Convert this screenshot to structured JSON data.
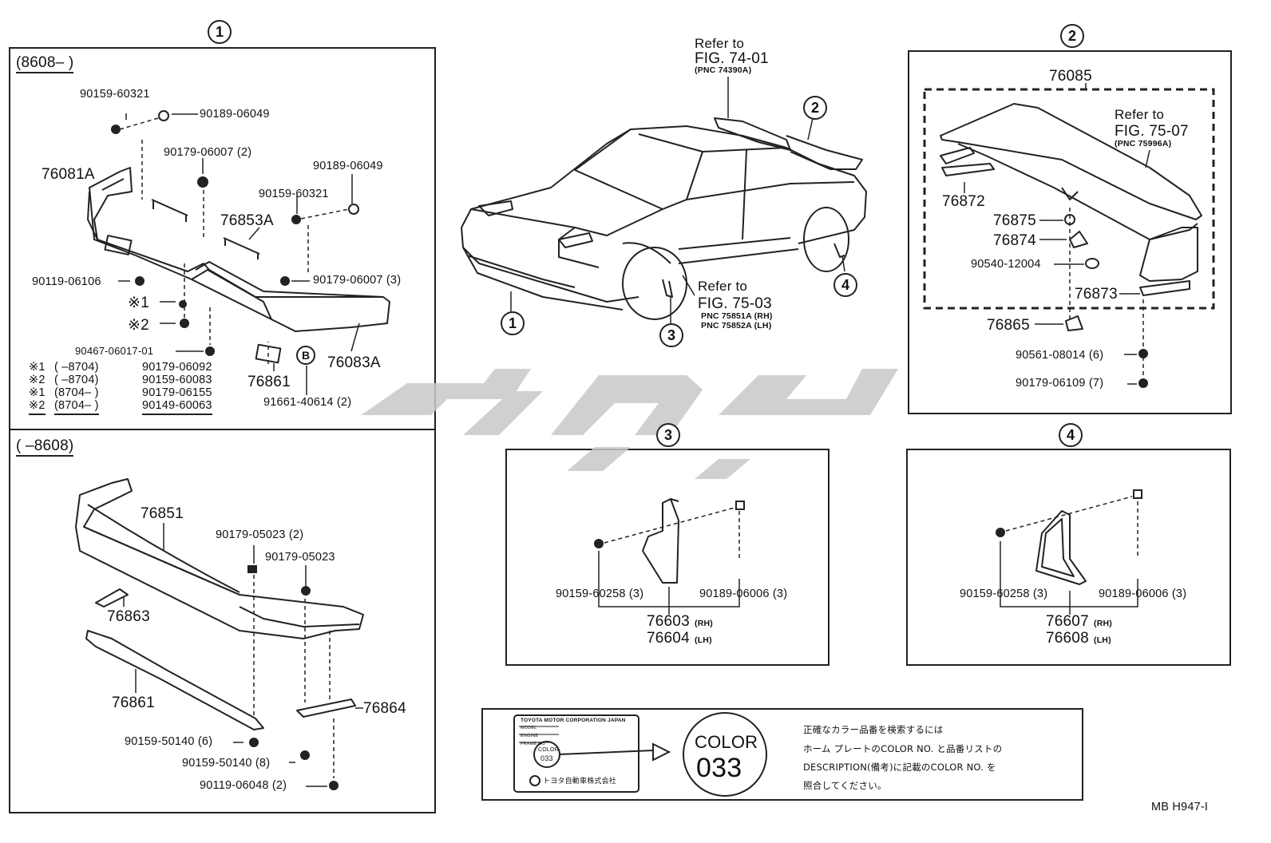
{
  "callouts": {
    "c1": "1",
    "c2": "2",
    "c3": "3",
    "c4": "4"
  },
  "panel1": {
    "upper_date": "(8608–        )",
    "lower_date": "(        –8608)",
    "parts": {
      "p90159_60321_a": "90159-60321",
      "p90189_06049_a": "90189-06049",
      "p90179_06007_2": "90179-06007 (2)",
      "p90189_06049_b": "90189-06049",
      "p76081A": "76081A",
      "p90159_60321_b": "90159-60321",
      "p76853A": "76853A",
      "p90119_06106": "90119-06106",
      "p90179_06007_3": "90179-06007 (3)",
      "mark1": "※1",
      "mark2": "※2",
      "p90467": "90467-06017-01",
      "p76083A": "76083A",
      "p76861a": "76861",
      "p91661": "91661-40614 (2)",
      "circleB": "B"
    },
    "footnotes": [
      {
        "mark": "※1",
        "range": "(        –8704)",
        "part": "90179-06092"
      },
      {
        "mark": "※2",
        "range": "(        –8704)",
        "part": "90159-60083"
      },
      {
        "mark": "※1",
        "range": "(8704–        )",
        "part": "90179-06155"
      },
      {
        "mark": "※2",
        "range": "(8704–        )",
        "part": "90149-60063"
      }
    ],
    "lower_parts": {
      "p76851": "76851",
      "p90179_05023_2": "90179-05023 (2)",
      "p90179_05023": "90179-05023",
      "p76863": "76863",
      "p76861b": "76861",
      "p76864": "76864",
      "p90159_50140_6": "90159-50140 (6)",
      "p90159_50140_8": "90159-50140 (8)",
      "p90119_06048_2": "90119-06048 (2)"
    }
  },
  "car": {
    "ref1_a": "Refer to",
    "ref1_b": "FIG. 74-01",
    "ref1_c": "(PNC 74390A)",
    "ref2_a": "Refer to",
    "ref2_b": "FIG. 75-03",
    "ref2_c": "PNC 75851A (RH)",
    "ref2_d": "PNC 75852A (LH)"
  },
  "panel2": {
    "p76085": "76085",
    "ref_a": "Refer to",
    "ref_b": "FIG. 75-07",
    "ref_c": "(PNC 75996A)",
    "p76872": "76872",
    "p76875": "76875",
    "p76874": "76874",
    "p90540": "90540-12004",
    "p76873": "76873",
    "p76865": "76865",
    "p90561": "90561-08014 (6)",
    "p90179_06109": "90179-06109 (7)"
  },
  "panel3": {
    "p90159_60258": "90159-60258 (3)",
    "p90189_06006": "90189-06006 (3)",
    "p76603": "76603",
    "rh": "(RH)",
    "p76604": "76604",
    "lh": "(LH)"
  },
  "panel4": {
    "p90159_60258": "90159-60258 (3)",
    "p90189_06006": "90189-06006 (3)",
    "p76607": "76607",
    "rh": "(RH)",
    "p76608": "76608",
    "lh": "(LH)"
  },
  "color_box": {
    "plate_header": "TOYOTA MOTOR CORPORATION JAPAN",
    "plate_rows": [
      "MODEL",
      "ENGINE",
      "FRAME NO."
    ],
    "plate_color": "COLOR",
    "plate_code": "033",
    "plate_footer": "トヨタ自動車株式会社",
    "color_word": "COLOR",
    "color_code": "033",
    "jp1": "正確なカラー品番を検索するには",
    "jp2": "ホーム プレートのCOLOR NO. と品番リストの",
    "jp3": "DESCRIPTION(備考)に記載のCOLOR NO. を",
    "jp4": "照合してください。"
  },
  "footer_code": "MB  H947-I"
}
